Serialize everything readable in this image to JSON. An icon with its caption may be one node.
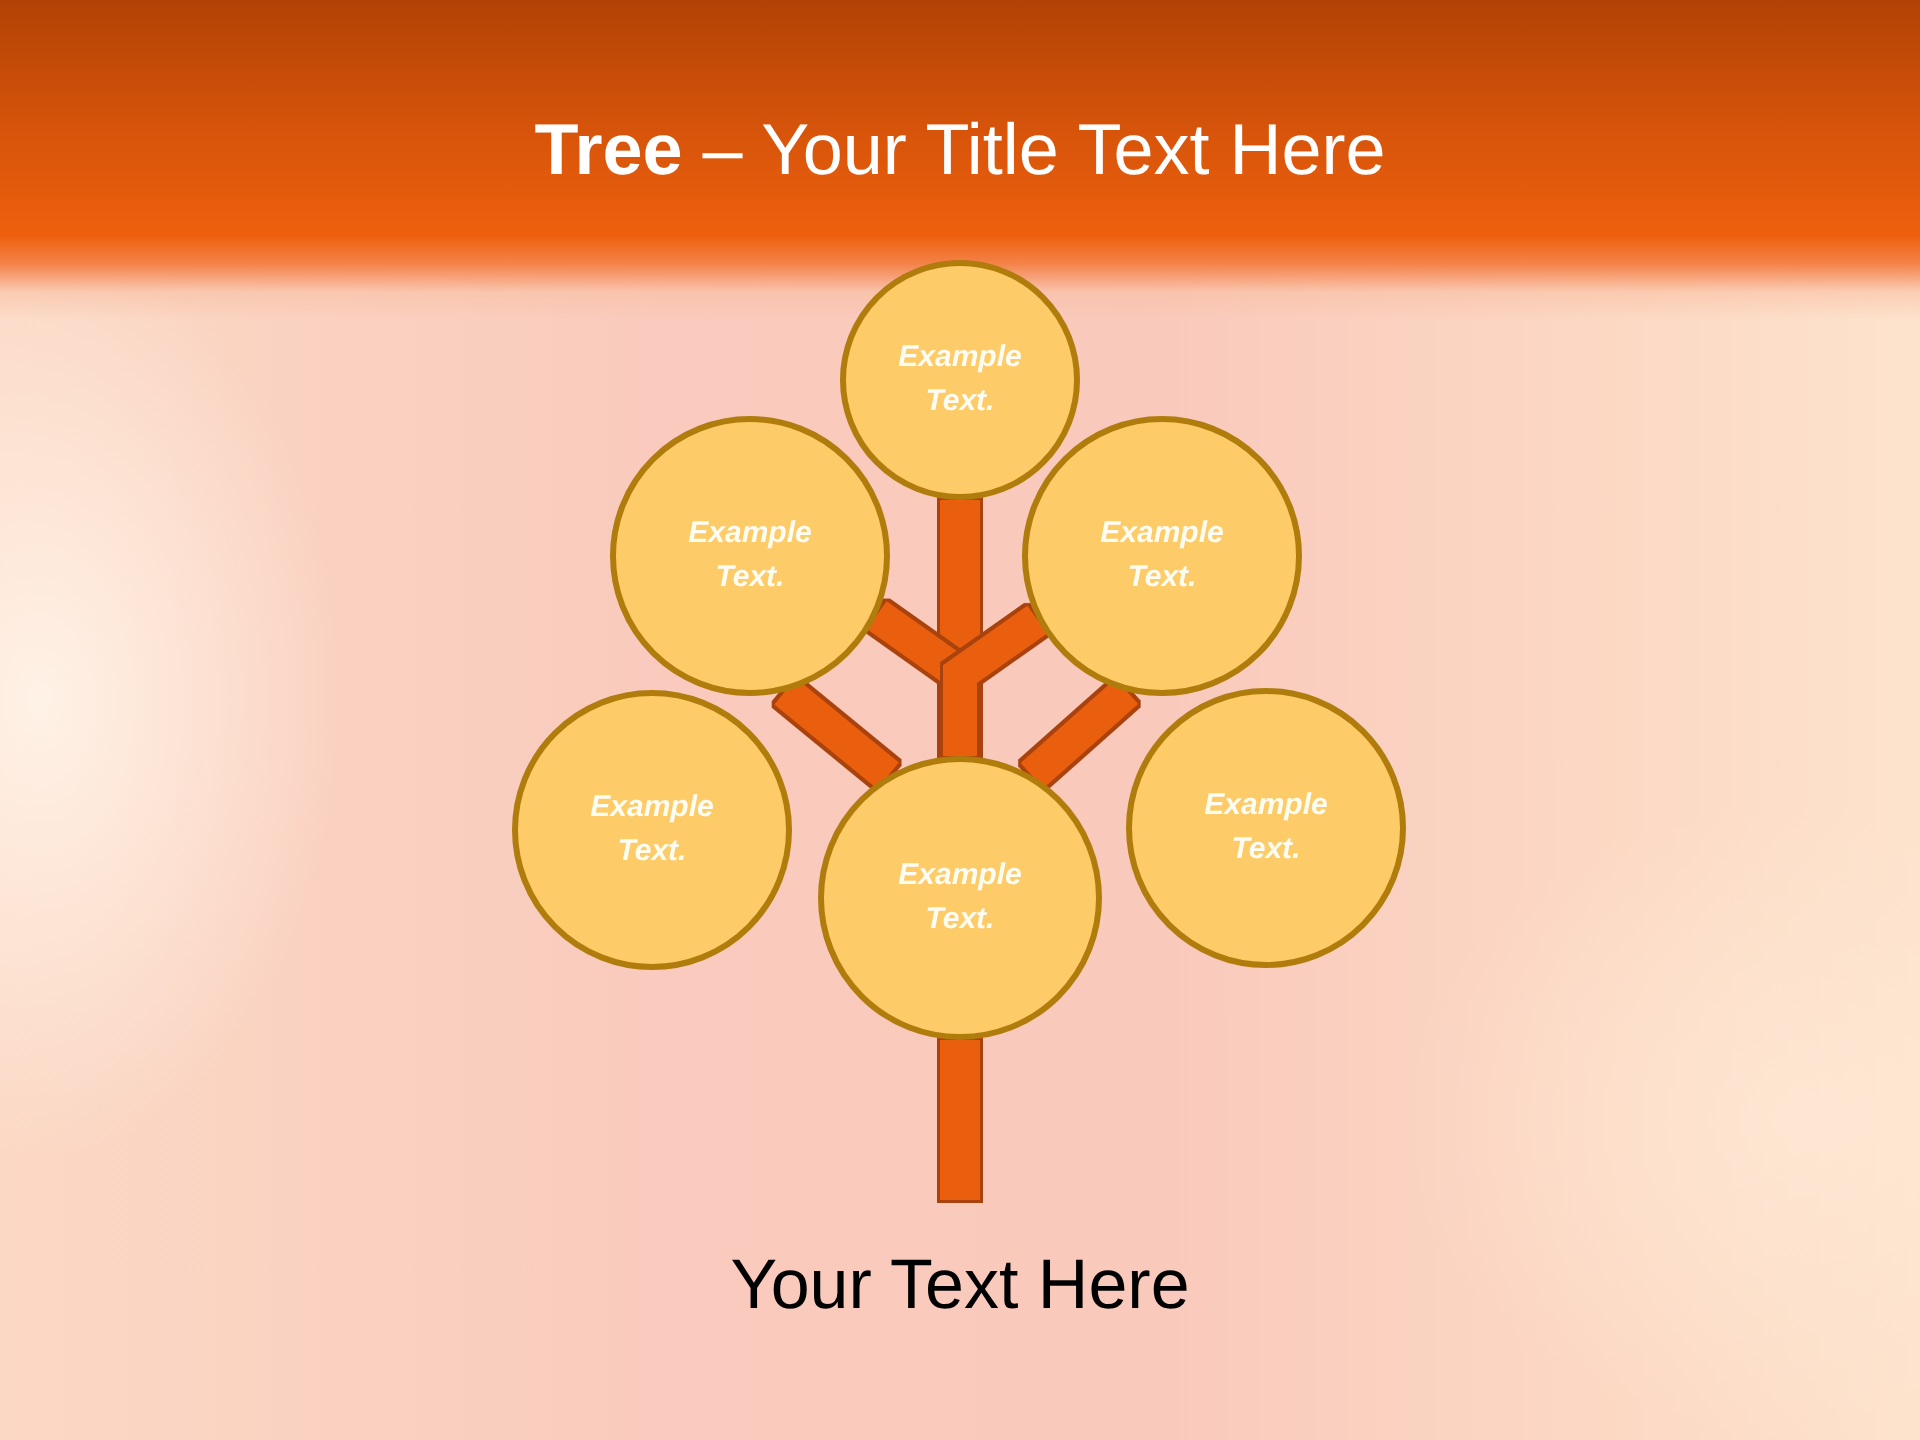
{
  "diagram": {
    "title": "**Tree** – Your Title Text Here",
    "nodes": [
      {
        "text": [
          "Example Text."
        ]
      },
      {
        "text": [
          "Example Text."
        ]
      },
      {
        "text": [
          "Example Text."
        ]
      },
      {
        "text": [
          "Example Text."
        ]
      },
      {
        "text": [
          "Example Text."
        ]
      },
      {
        "text": [
          "Example Text."
        ]
      }
    ],
    "edges": [
      {
        "from": 4,
        "to": 0,
        "arrow": "none"
      },
      {
        "from": 4,
        "to": 1,
        "arrow": "none"
      },
      {
        "from": 4,
        "to": 2,
        "arrow": "none"
      },
      {
        "from": 4,
        "to": 1,
        "arrow": "none"
      },
      {
        "from": 4,
        "to": 2,
        "arrow": "none"
      },
      {
        "from": 4,
        "to": null,
        "arrow": "none"
      }
    ],
    "caption": "Your Text Here"
  }
}
